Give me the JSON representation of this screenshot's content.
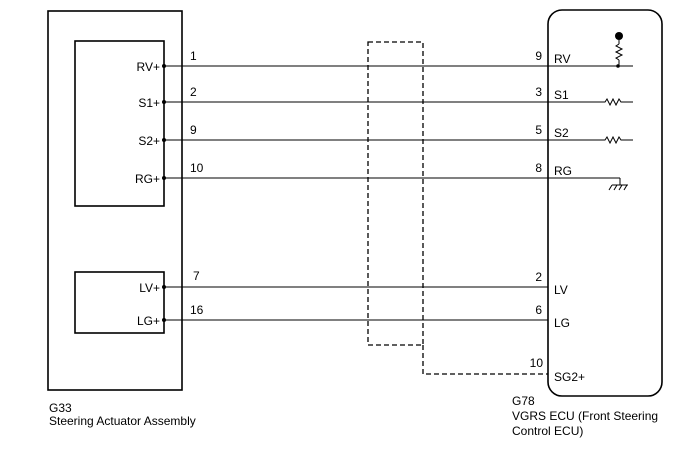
{
  "left_component": {
    "code": "G33",
    "name": "Steering Actuator Assembly",
    "upper_block_pins": [
      {
        "label": "RV+",
        "number": "1"
      },
      {
        "label": "S1+",
        "number": "2"
      },
      {
        "label": "S2+",
        "number": "9"
      },
      {
        "label": "RG+",
        "number": "10"
      }
    ],
    "lower_block_pins": [
      {
        "label": "LV+",
        "number": "7"
      },
      {
        "label": "LG+",
        "number": "16"
      }
    ]
  },
  "right_component": {
    "code": "G78",
    "name_line1": "VGRS ECU (Front Steering",
    "name_line2": "Control ECU)",
    "pins": [
      {
        "label": "RV",
        "number": "9"
      },
      {
        "label": "S1",
        "number": "3"
      },
      {
        "label": "S2",
        "number": "5"
      },
      {
        "label": "RG",
        "number": "8"
      },
      {
        "label": "LV",
        "number": "2"
      },
      {
        "label": "LG",
        "number": "6"
      },
      {
        "label": "SG2+",
        "number": "10"
      }
    ]
  }
}
